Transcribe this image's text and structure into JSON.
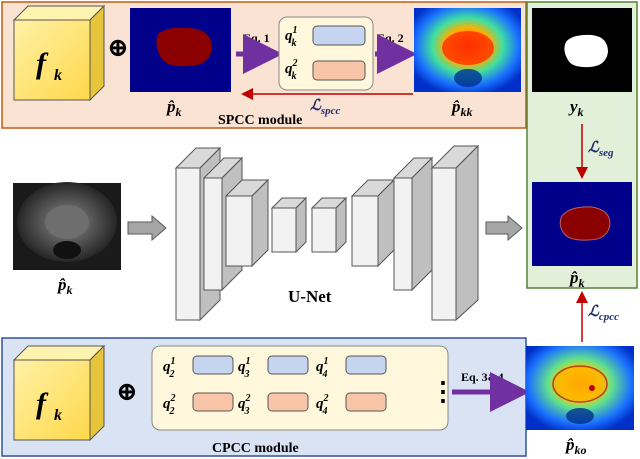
{
  "spcc": {
    "feature_label": "f",
    "feature_sub": "k",
    "oplus": "⊕",
    "pred_label": "p̂",
    "pred_sub": "k",
    "eq1": "Eq. 1",
    "eq2": "Eq. 2",
    "q_top": "q",
    "q_top_sup": "1",
    "q_top_sub": "k",
    "q_bot": "q",
    "q_bot_sup": "2",
    "q_bot_sub": "k",
    "out_label": "p̂",
    "out_sub": "kk",
    "loss": "ℒ",
    "loss_sub": "spcc",
    "module_title": "SPCC module"
  },
  "middle": {
    "input_label": "p̂",
    "input_sub": "k",
    "unet_label": "U-Net"
  },
  "right": {
    "gt_label": "y",
    "gt_sub": "k",
    "seg_loss": "ℒ",
    "seg_loss_sub": "seg",
    "pred_label": "p̂",
    "pred_sub": "k",
    "cpcc_loss": "ℒ",
    "cpcc_loss_sub": "cpcc"
  },
  "cpcc": {
    "feature_label": "f",
    "feature_sub": "k",
    "oplus": "⊕",
    "eq": "Eq. 3&4",
    "out_label": "p̂",
    "out_sub": "ko",
    "module_title": "CPCC module",
    "protos": [
      {
        "sup": "1",
        "sub": "2"
      },
      {
        "sup": "1",
        "sub": "3"
      },
      {
        "sup": "1",
        "sub": "4"
      },
      {
        "sup": "2",
        "sub": "2"
      },
      {
        "sup": "2",
        "sub": "3"
      },
      {
        "sup": "2",
        "sub": "4"
      }
    ],
    "more": "⋮"
  },
  "colors": {
    "spcc_bg": "#fbe3d4",
    "spcc_border": "#c55a11",
    "cpcc_bg": "#dae3f3",
    "cpcc_border": "#2f5597",
    "right_bg": "#e2efd9",
    "right_border": "#548235",
    "feature_yellow": "#ffe566",
    "proto_blue": "#c5d5f0",
    "proto_orange": "#f8c5a8",
    "arrow_purple": "#7030a0",
    "arrow_red": "#c00000",
    "loss_navy": "#1f2f6e"
  }
}
